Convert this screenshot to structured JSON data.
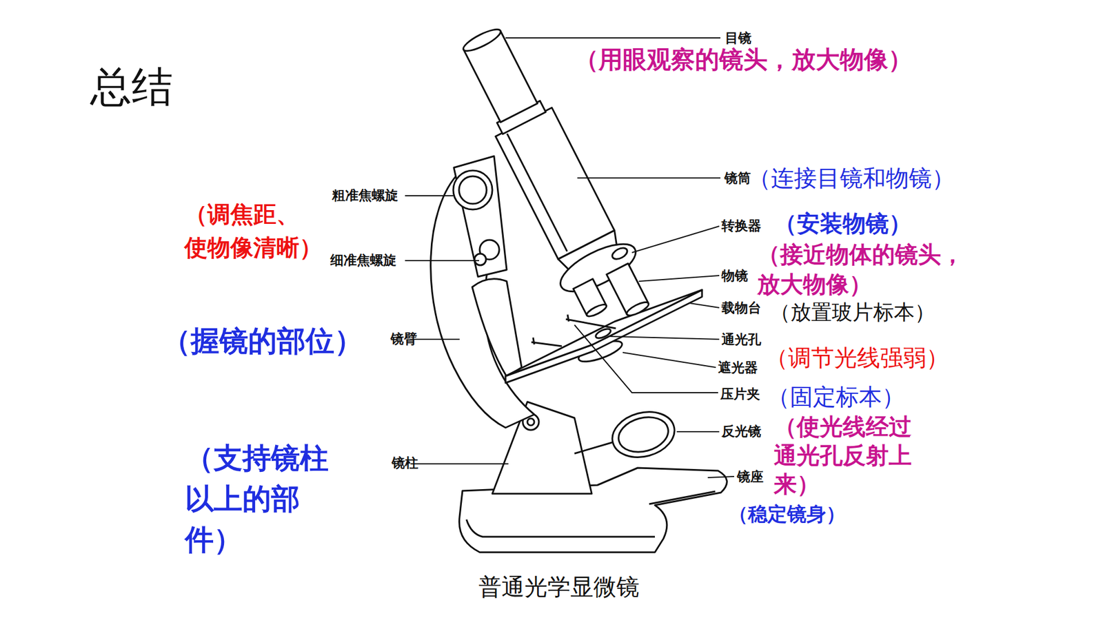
{
  "diagram": {
    "title": "总结",
    "caption": "普通光学显微镜",
    "labels": [
      "目镜",
      "（用眼观察的镜头，放大物像）",
      "粗准焦螺旋",
      "（调焦距、 使物像清晰）",
      "镜筒",
      "（连接目镜和物镜）",
      "转换器",
      "（安装物镜）",
      "细准焦螺旋",
      "（接近物体的镜头， 放大物像）",
      "物镜",
      "载物台",
      "（放置玻片标本）",
      "镜臂",
      "（握镜的部位）",
      "通光孔",
      "遮光器",
      "（调节光线强弱）",
      "压片夹",
      "（固定标本）",
      "反光镜",
      "（使光线经过 通光孔反射上 来）",
      "镜柱",
      "（支持镜柱 以上的部 件）",
      "镜座",
      "（稳定镜身）"
    ]
  }
}
